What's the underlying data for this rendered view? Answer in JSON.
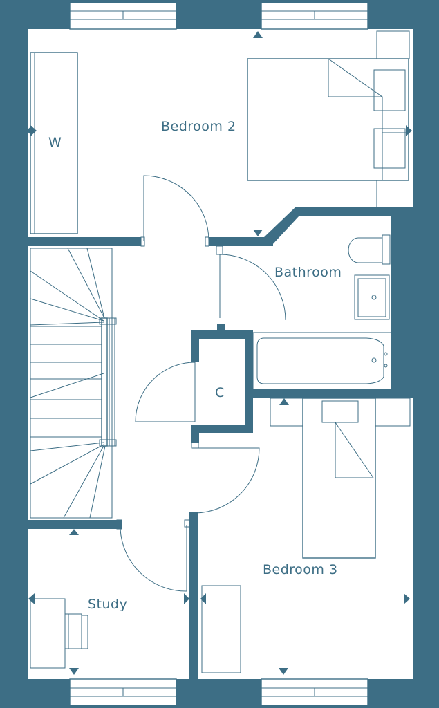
{
  "rooms": {
    "bedroom2": "Bedroom 2",
    "wardrobe": "W",
    "bathroom": "Bathroom",
    "cupboard": "C",
    "bedroom3": "Bedroom 3",
    "study": "Study"
  },
  "colors": {
    "wall": "#3d6e85",
    "background": "#ffffff"
  }
}
